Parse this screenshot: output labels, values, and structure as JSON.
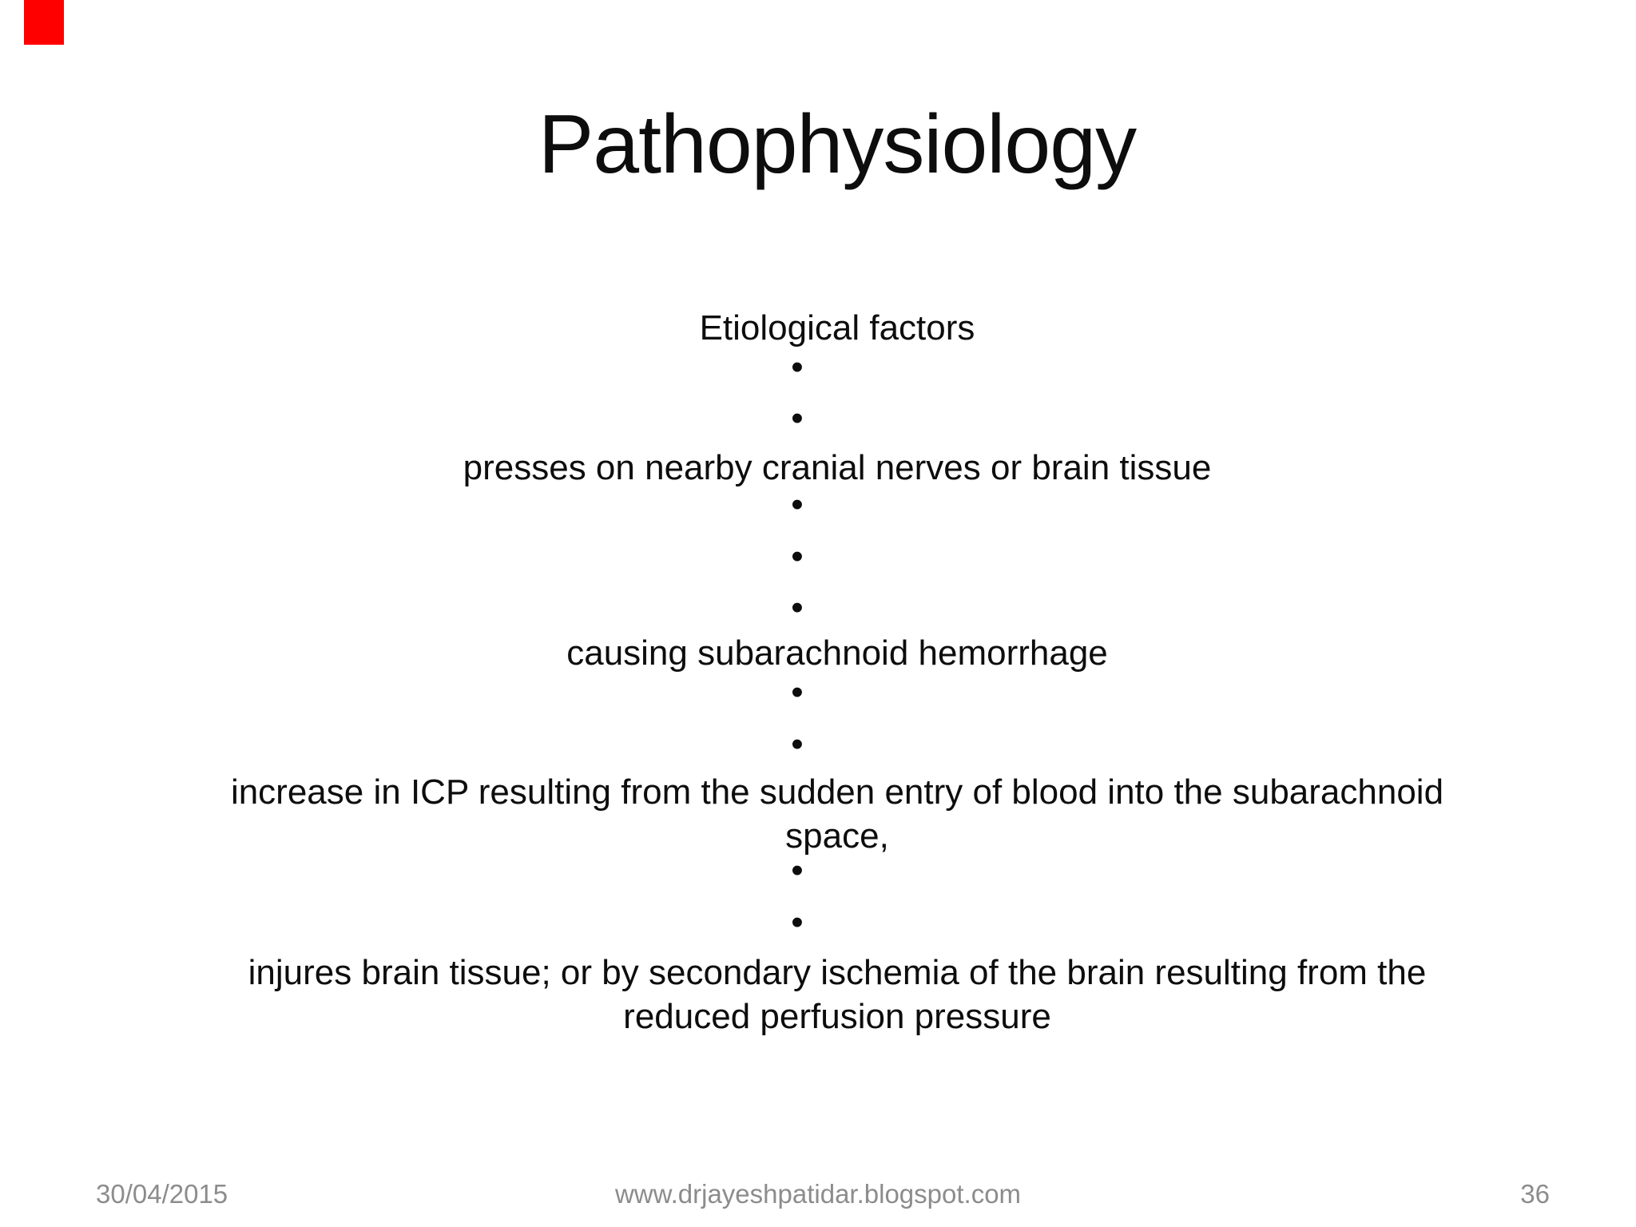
{
  "slide": {
    "title": "Pathophysiology",
    "bullet_char": "•",
    "flow": [
      {
        "type": "text",
        "lines": [
          "Etiological factors"
        ]
      },
      {
        "type": "bullets",
        "count": 2
      },
      {
        "type": "text",
        "lines": [
          "presses on nearby cranial nerves or brain tissue"
        ]
      },
      {
        "type": "bullets",
        "count": 3
      },
      {
        "type": "text",
        "lines": [
          "causing subarachnoid hemorrhage"
        ]
      },
      {
        "type": "bullets",
        "count": 2
      },
      {
        "type": "text",
        "lines": [
          "increase in ICP resulting from the sudden entry of blood into the subarachnoid",
          "space,"
        ]
      },
      {
        "type": "bullets",
        "count": 2
      },
      {
        "type": "text",
        "lines": [
          "injures brain tissue; or by secondary ischemia of the brain resulting from the",
          "reduced perfusion pressure"
        ]
      }
    ],
    "footer": {
      "date": "30/04/2015",
      "url": "www.drjayeshpatidar.blogspot.com",
      "page": "36"
    },
    "colors": {
      "background": "#ffffff",
      "text": "#0d0d0d",
      "footer_text": "#8c8c8c",
      "indicator_bar": "#ff0000"
    }
  }
}
